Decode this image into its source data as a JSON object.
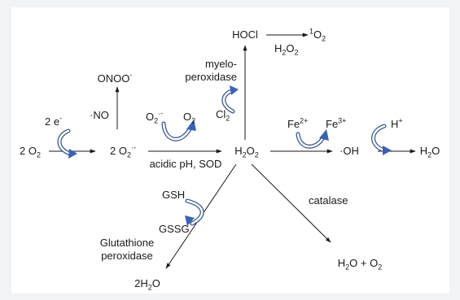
{
  "nodes": {
    "o2_left": "2 O",
    "o2_left_sub": "2",
    "superoxide": "2 O",
    "superoxide_sub": "2",
    "superoxide_sup": "·-",
    "h2o2": "H",
    "h2o2_s1": "2",
    "h2o2_mid": "O",
    "h2o2_s2": "2",
    "hydroxyl": "·OH",
    "water_right": "H",
    "water_right_sub": "2",
    "water_right_end": "O",
    "peroxynitrite": "ONOO",
    "peroxynitrite_sup": "-",
    "hocl": "HOCl",
    "singlet_oxygen_sup": "1",
    "singlet_oxygen": "O",
    "singlet_oxygen_sub": "2",
    "water_bottom": "2H",
    "water_bottom_sub": "2",
    "water_bottom_end": "O",
    "water_oxygen": "H",
    "water_oxygen_s1": "2",
    "water_oxygen_mid": "O + O",
    "water_oxygen_s2": "2"
  },
  "cofactors": {
    "two_electrons": "2 e",
    "two_electrons_sup": "-",
    "nitric_oxide": "·NO",
    "o2_superoxide": "O",
    "o2_superoxide_sub": "2",
    "o2_superoxide_sup": "·-",
    "o2_product": "O",
    "o2_product_sub": "2",
    "chloride": "Cl",
    "chloride_sub": "2",
    "fe2": "Fe",
    "fe2_sup": "2+",
    "fe3": "Fe",
    "fe3_sup": "3+",
    "proton": "H",
    "proton_sup": "+",
    "gsh": "GSH",
    "gssg": "GSSG",
    "hocl_reagent": "H",
    "hocl_reagent_s1": "2",
    "hocl_reagent_mid": "O",
    "hocl_reagent_s2": "2"
  },
  "enzymes": {
    "myeloperoxidase_line1": "myelo-",
    "myeloperoxidase_line2": "peroxidase",
    "dismutation": "acidic pH, SOD",
    "catalase": "catalase",
    "gpx_line1": "Glutathione",
    "gpx_line2": "peroxidase"
  },
  "colors": {
    "arrow": "#1a1a1a",
    "curved_arrow_fill": "#ffffff",
    "curved_arrow_stroke": "#2e4f8c",
    "curved_arrow_head": "#3a62b0",
    "background": "#f2f3f4",
    "panel": "#ffffff"
  }
}
